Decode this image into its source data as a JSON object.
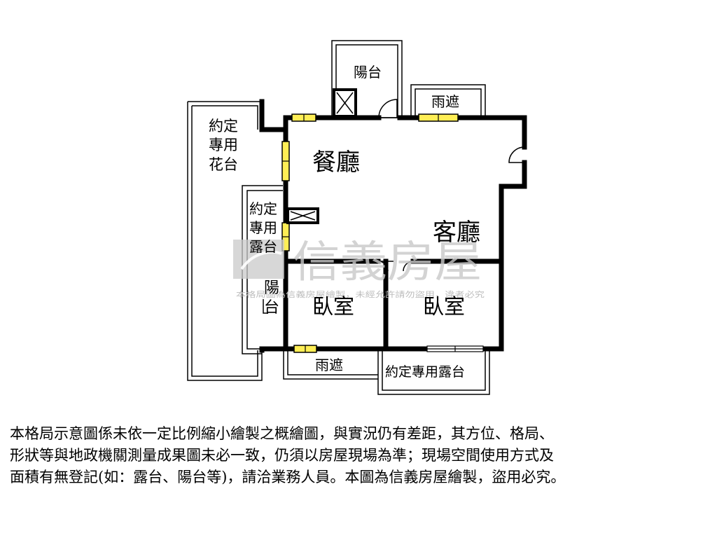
{
  "rooms": {
    "dining": "餐廳",
    "living": "客廳",
    "bedroom_left": "臥室",
    "bedroom_right": "臥室"
  },
  "balconies": {
    "top": "陽台",
    "left_line1": "陽",
    "left_line2": "台"
  },
  "canopies": {
    "top": "雨遮",
    "bottom": "雨遮"
  },
  "private_planter": [
    "約定",
    "專用",
    "花台"
  ],
  "private_terrace_left": [
    "約定",
    "專用",
    "露台"
  ],
  "private_terrace_bottom": "約定專用露台",
  "watermark": {
    "brand": "信義房屋",
    "notice": "本格局圖為信義房屋繪製，未經允許請勿盜用，違者必究"
  },
  "disclaimer": [
    "本格局示意圖係未依一定比例縮小繪製之概繪圖，與實況仍有差距，其方位、格局、",
    "形狀等與地政機關測量成果圖未必一致，仍須以房屋現場為準；現場空間使用方式及",
    "面積有無登記(如：露台、陽台等)，請洽業務人員。本圖為信義房屋繪製，盜用必究。"
  ],
  "colors": {
    "wall": "#000000",
    "window": "#ffee55",
    "watermark": "#c9c9c9"
  }
}
